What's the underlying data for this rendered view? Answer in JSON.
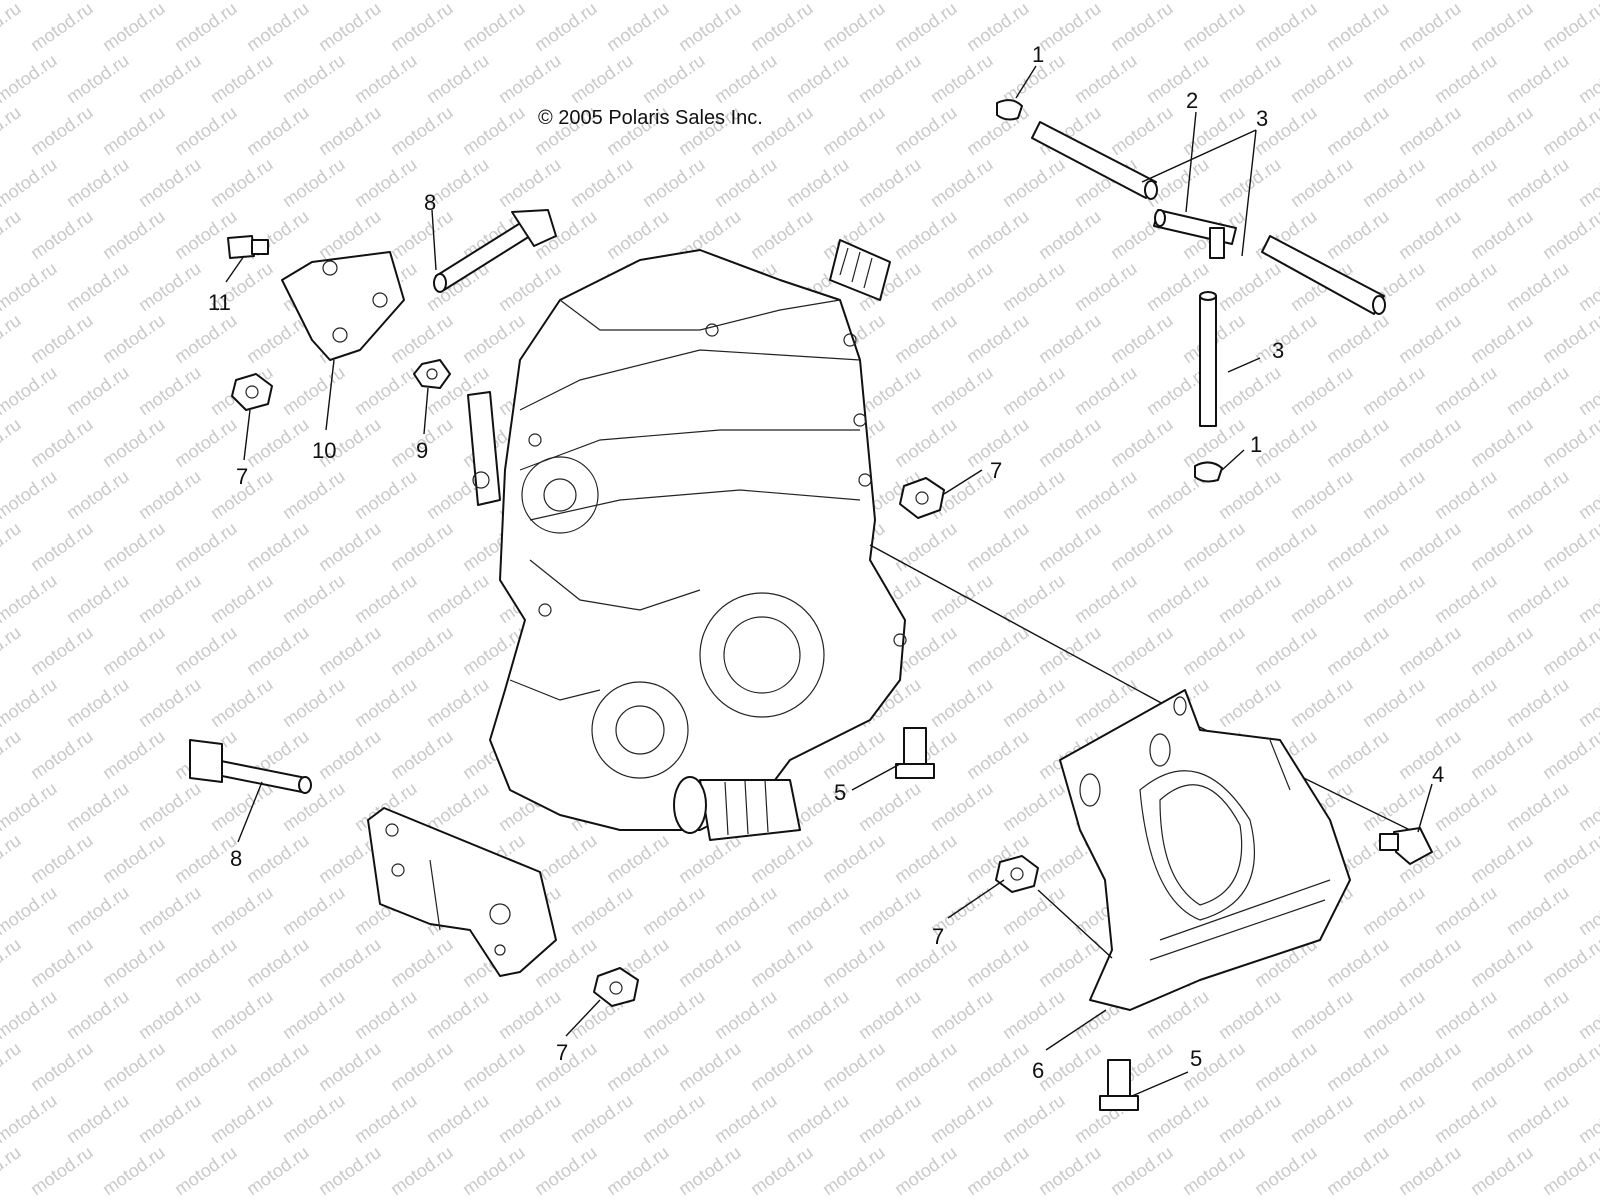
{
  "copyright": "© 2005 Polaris Sales Inc.",
  "watermark": "motod.ru",
  "callouts": {
    "c1a": "1",
    "c1b": "1",
    "c2": "2",
    "c3a": "3",
    "c3b": "3",
    "c4": "4",
    "c5a": "5",
    "c5b": "5",
    "c6": "6",
    "c7a": "7",
    "c7b": "7",
    "c7c": "7",
    "c7d": "7",
    "c8a": "8",
    "c8b": "8",
    "c9": "9",
    "c10": "10",
    "c11": "11"
  },
  "colors": {
    "line": "#111111",
    "watermark": "#c9c9c9",
    "background": "#ffffff"
  }
}
